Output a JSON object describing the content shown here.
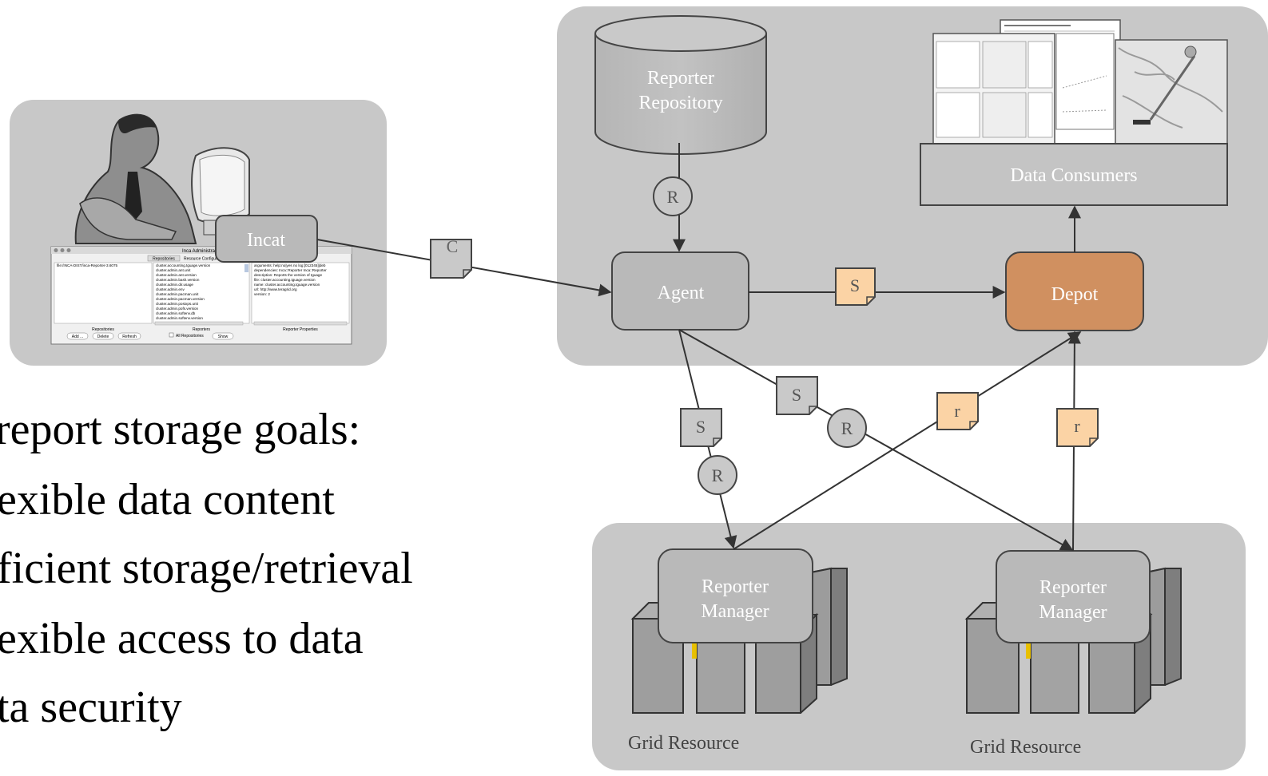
{
  "bullets": [
    "report storage goals:",
    "exible data content",
    "ficient storage/retrieval",
    "exible access to data",
    "ta security"
  ],
  "nodes": {
    "incat": "Incat",
    "reporter_repository": [
      "Reporter",
      "Repository"
    ],
    "data_consumers": "Data Consumers",
    "agent": "Agent",
    "depot": "Depot",
    "reporter_manager_left": [
      "Reporter",
      "Manager"
    ],
    "reporter_manager_right": [
      "Reporter",
      "Manager"
    ],
    "grid_resource_left": "Grid Resource",
    "grid_resource_right": "Grid Resource"
  },
  "badges": {
    "c": "C",
    "s_agent_depot": "S",
    "s_left": "S",
    "s_mid": "S",
    "r_repo": "R",
    "r_left": "R",
    "r_mid": "R",
    "r_lower_left": "r",
    "r_lower_right": "r"
  },
  "admin_window": {
    "title": "Inca Administrator",
    "tabs": [
      "Repositories",
      "Resource Configuration"
    ],
    "repository_path": "file:/INCA-DIST/inca-Reporter-3.6075",
    "reporters": [
      "cluster.accounting.tguage.version",
      "cluster.admin.ant.unit",
      "cluster.admin.ant.version",
      "cluster.admin.bash.version",
      "cluster.admin.dir.usage",
      "cluster.admin.env",
      "cluster.admin.pacman.unit",
      "cluster.admin.pacman.version",
      "cluster.admin.postxps.unit",
      "cluster.admin.pofs.version",
      "cluster.admin.softenv.db",
      "cluster.admin.softenv.version"
    ],
    "properties": [
      "arguments:     help:no|yes no   log:[012345]|deb",
      "dependencies:   Inca::Reporter   Inca::Reporter",
      "description: Reports the version of tguage",
      "file: cluster.accounting.tguage.version",
      "name: cluster.accounting.tguage.version",
      "url: http://www.teragrid.org",
      "version: 2"
    ],
    "sections": [
      "Repositories",
      "Reporters",
      "Reporter Properties"
    ],
    "buttons": [
      "Add ...",
      "Delete",
      "Refresh",
      "Show"
    ],
    "checkbox_label": "All Repositories"
  },
  "colors": {
    "panel": "#c8c8c8",
    "box": "#b9b9b9",
    "depot": "#d09060",
    "badge_peach": "#fbd3a5",
    "badge_gray": "#c9c9c9"
  }
}
